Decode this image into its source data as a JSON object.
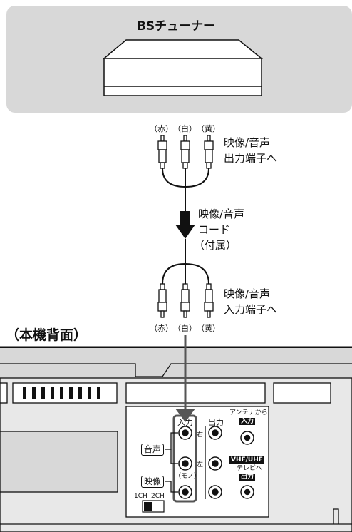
{
  "tuner": {
    "title": "BSチューナー"
  },
  "cable_colors": {
    "red": "（赤）",
    "white": "（白）",
    "yellow": "（黄）"
  },
  "labels": {
    "output_l1": "映像/音声",
    "output_l2": "出力端子へ",
    "cord_l1": "映像/音声",
    "cord_l2": "コード",
    "cord_l3": "（付属）",
    "input_l1": "映像/音声",
    "input_l2": "入力端子へ",
    "rear_title": "（本機背面）"
  },
  "panel": {
    "input": "入力",
    "output": "出力",
    "right": "右",
    "left": "左",
    "mono": "（モノ）",
    "audio": "音声",
    "video": "映像",
    "antenna_from": "アンテナから",
    "antenna_in": "入力",
    "vhf_uhf": "VHF/UHF",
    "to_tv": "テレビへ",
    "antenna_out": "出力",
    "ch1": "1CH",
    "ch2": "2CH"
  }
}
